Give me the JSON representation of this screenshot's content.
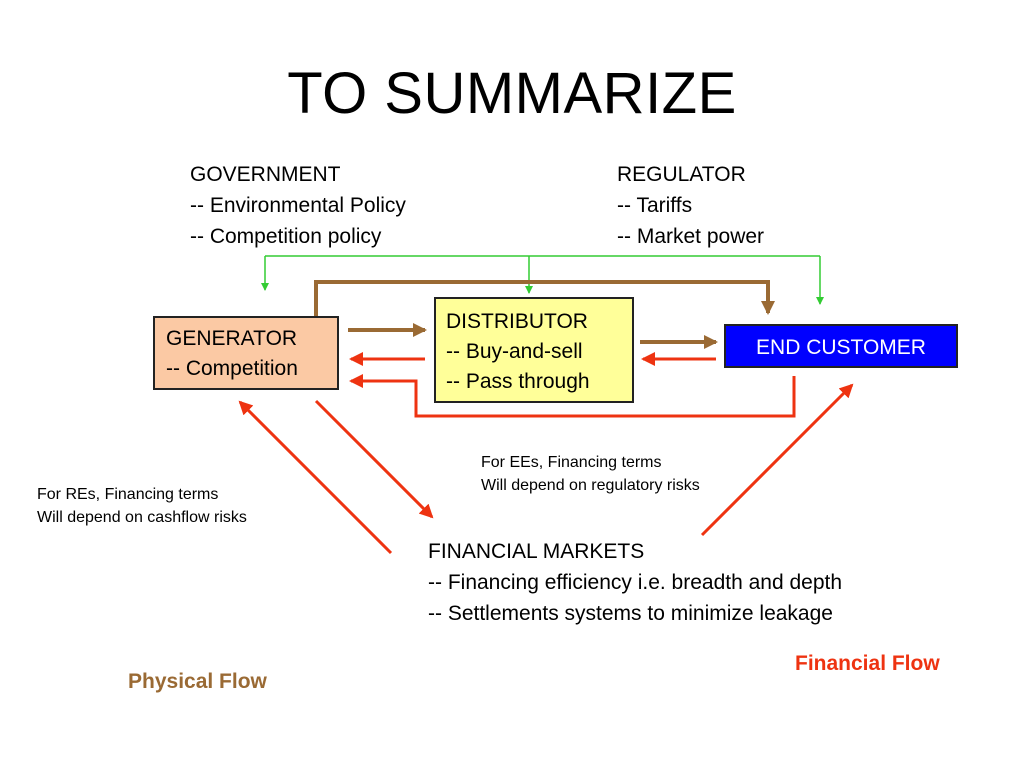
{
  "title": "TO SUMMARIZE",
  "government": {
    "heading": "GOVERNMENT",
    "items": [
      "-- Environmental Policy",
      "-- Competition policy"
    ]
  },
  "regulator": {
    "heading": "REGULATOR",
    "items": [
      "-- Tariffs",
      "-- Market power"
    ]
  },
  "generator": {
    "heading": "GENERATOR",
    "items": [
      "-- Competition"
    ]
  },
  "distributor": {
    "heading": "DISTRIBUTOR",
    "items": [
      "-- Buy-and-sell",
      "-- Pass through"
    ]
  },
  "end_customer": {
    "label": "END CUSTOMER"
  },
  "financial_markets": {
    "heading": "FINANCIAL MARKETS",
    "items": [
      "-- Financing efficiency i.e. breadth and depth",
      "-- Settlements systems to minimize leakage"
    ]
  },
  "notes": {
    "res": [
      "For REs, Financing terms",
      "Will depend on cashflow risks"
    ],
    "ees": [
      "For EEs, Financing terms",
      "Will depend on regulatory risks"
    ]
  },
  "legend": {
    "physical": "Physical Flow",
    "financial": "Financial Flow"
  },
  "colors": {
    "physical_flow": "#9a6a34",
    "financial_flow": "#ee3311",
    "policy_flow": "#33cc33",
    "generator_fill": "#fbc9a4",
    "distributor_fill": "#ffff99",
    "end_customer_fill": "#0000ff"
  }
}
